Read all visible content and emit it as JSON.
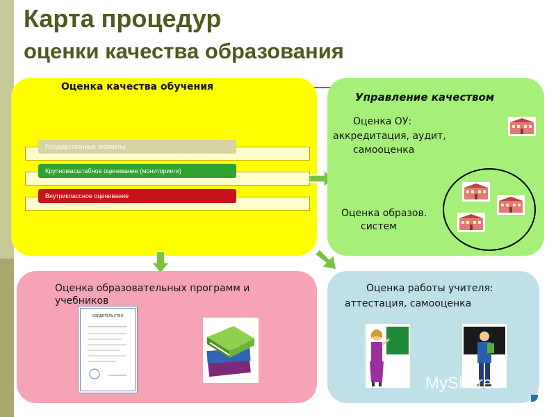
{
  "title_line1": "Карта процедур",
  "title_line2": "оценки качества образования",
  "panel_learning": {
    "title": "Оценка качества обучения",
    "bars": [
      "Государственные экзамены",
      "Крупномасштабное оценивание (мониторинги)",
      "Внутриклассное оценивание"
    ],
    "colors": [
      "#d7d4a4",
      "#2fa22f",
      "#c8131a"
    ]
  },
  "panel_management": {
    "title": "Управление качеством",
    "line1": "Оценка ОУ:",
    "line2": "аккредитация, аудит,",
    "line3": "самооценка",
    "line4": "Оценка образов.",
    "line5": "систем"
  },
  "panel_programs": {
    "line1": "Оценка образовательных программ и",
    "line2": "учебников",
    "certificate_text": "СВИДЕТЕЛЬСТВО"
  },
  "panel_teacher": {
    "line1": "Оценка работы учителя:",
    "line2": "аттестация, самооценка"
  },
  "watermark": "MyShared"
}
